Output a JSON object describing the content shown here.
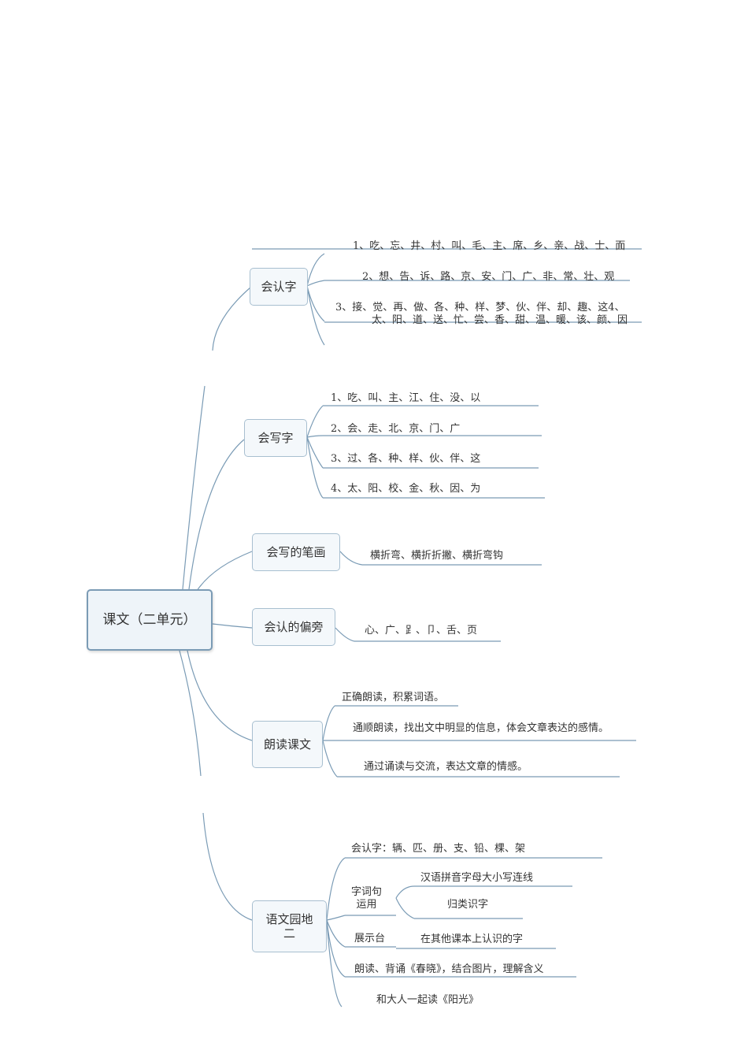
{
  "root": "课文（二单元）",
  "branches": {
    "huirenzi": {
      "label": "会认字",
      "items": [
        "1、吃、忘、井、村、叫、毛、主、席、乡、亲、战、士、面",
        "2、想、告、诉、路、京、安、门、广、非、常、壮、观",
        "3、接、觉、再、做、各、种、样、梦、伙、伴、却、趣、这4、",
        "太、阳、道、送、忙、尝、香、甜、温、暖、该、颜、因"
      ]
    },
    "huixiezi": {
      "label": "会写字",
      "items": [
        "1、吃、叫、主、江、住、没、以",
        "2、会、走、北、京、门、广",
        "3、过、各、种、样、伙、伴、这",
        "4、太、阳、校、金、秋、因、为"
      ]
    },
    "bihua": {
      "label": "会写的笔画",
      "item": "横折弯、横折折撇、横折弯钩"
    },
    "pianpang": {
      "label": "会认的偏旁",
      "item": "心、广、⻊、卩、舌、页"
    },
    "langdu": {
      "label": "朗读课文",
      "items": [
        "正确朗读，积累词语。",
        "通顺朗读，找出文中明显的信息，体会文章表达的感情。",
        "通过诵读与交流，表达文章的情感。"
      ]
    },
    "yuandi": {
      "label_line1": "语文园地",
      "label_line2": "二",
      "huirenzi": "会认字：辆、匹、册、支、铅、棵、架",
      "ciju_line1": "字词句",
      "ciju_line2": "运用",
      "ciju_items": [
        "汉语拼音字母大小写连线",
        "归类识字"
      ],
      "zhanshitai": "展示台",
      "zhanshitai_item": "在其他课本上认识的字",
      "beisong": "朗读、背诵《春晓》，结合图片，理解含义",
      "yuedu": "和大人一起读《阳光》"
    }
  },
  "colors": {
    "line": "#7a9bb5",
    "node_border": "#a8bfd0",
    "root_border": "#7b9bb5"
  }
}
